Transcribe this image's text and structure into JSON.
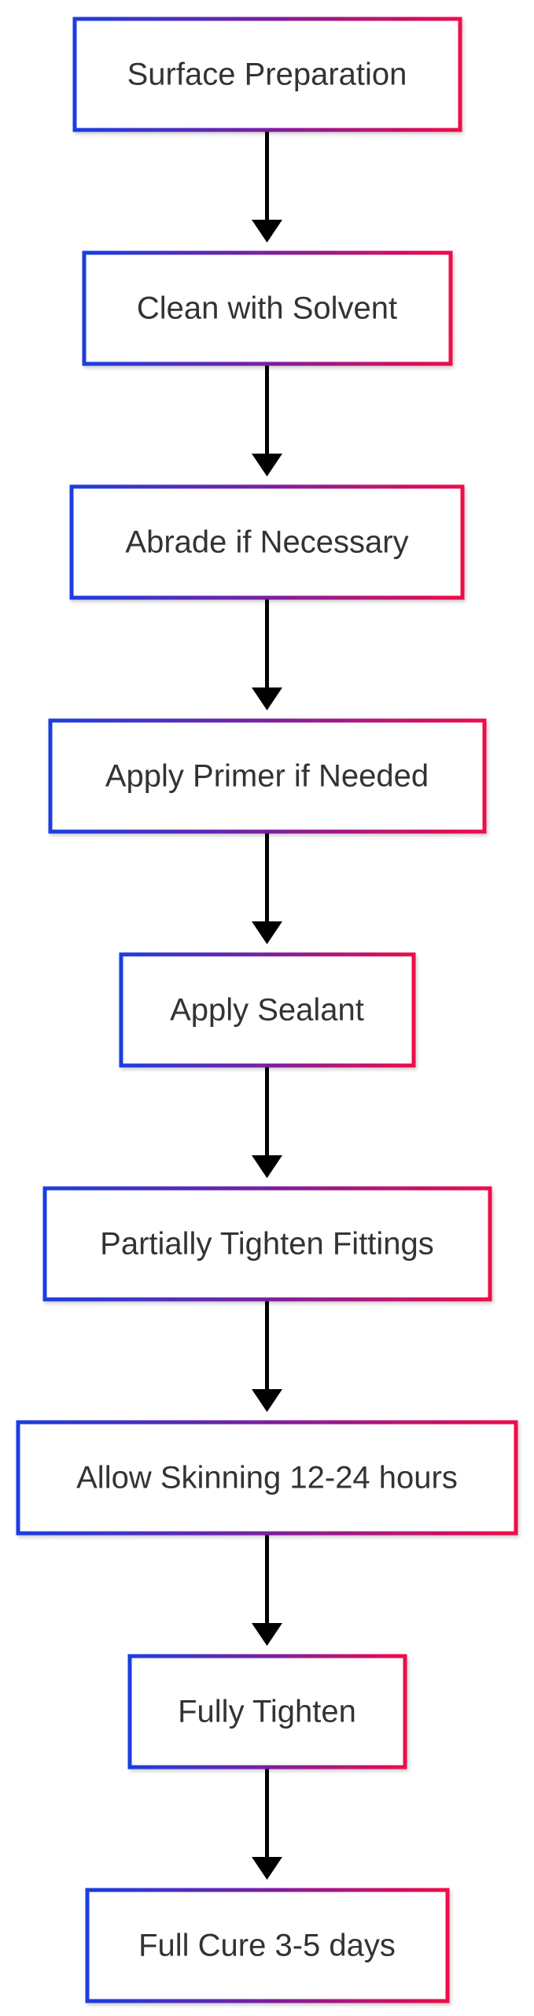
{
  "steps": [
    {
      "label": "Surface Preparation"
    },
    {
      "label": "Clean with Solvent"
    },
    {
      "label": "Abrade if Necessary"
    },
    {
      "label": "Apply Primer if Needed"
    },
    {
      "label": "Apply Sealant"
    },
    {
      "label": "Partially Tighten Fittings"
    },
    {
      "label": "Allow Skinning 12-24 hours"
    },
    {
      "label": "Fully Tighten"
    },
    {
      "label": "Full Cure 3-5 days"
    }
  ],
  "colors": {
    "border_start": "#1a3de0",
    "border_mid": "#7a1fa0",
    "border_end": "#ee0a4a",
    "arrow": "#000000",
    "text": "#333333",
    "background": "#ffffff"
  }
}
